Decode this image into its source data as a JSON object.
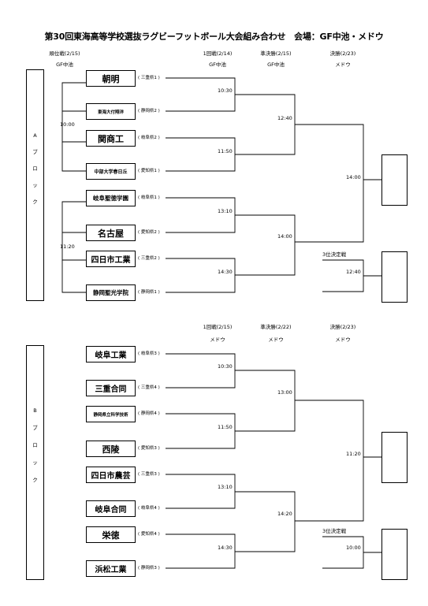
{
  "title": "第30回東海高等学校選抜ラグビーフットボール大会組み合わせ　会場：GF中池・メドウ",
  "blockA": {
    "label_chars": [
      "A",
      "ブ",
      "ロ",
      "ッ",
      "ク"
    ],
    "headers": {
      "ranking": "順位戦(2/15)",
      "ranking_venue": "GF中池",
      "round1": "1回戦(2/14)",
      "round1_venue": "GF中池",
      "semi": "準決勝(2/15)",
      "semi_venue": "GF中池",
      "final": "決勝(2/23)",
      "final_venue": "メドウ"
    },
    "teams": [
      {
        "name": "朝明",
        "pref": "( 三重県1 )"
      },
      {
        "name": "東海大付翔洋",
        "pref": "( 静岡県2 )"
      },
      {
        "name": "関商工",
        "pref": "( 岐阜県2 )"
      },
      {
        "name": "中部大学春日丘",
        "pref": "( 愛知県1 )"
      },
      {
        "name": "岐阜聖徳学園",
        "pref": "( 岐阜県1 )"
      },
      {
        "name": "名古屋",
        "pref": "( 愛知県2 )"
      },
      {
        "name": "四日市工業",
        "pref": "( 三重県2 )"
      },
      {
        "name": "静岡聖光学院",
        "pref": "( 静岡県1 )"
      }
    ],
    "times": {
      "rank1": "10:00",
      "rank2": "11:20",
      "r1a": "10:30",
      "r1b": "11:50",
      "r1c": "13:10",
      "r1d": "14:30",
      "semi1": "12:40",
      "semi2": "14:00",
      "final": "14:00",
      "third_label": "3位決定戦",
      "third": "12:40"
    }
  },
  "blockB": {
    "label_chars": [
      "B",
      "ブ",
      "ロ",
      "ッ",
      "ク"
    ],
    "headers": {
      "round1": "1回戦(2/15)",
      "round1_venue": "メドウ",
      "semi": "準決勝(2/22)",
      "semi_venue": "メドウ",
      "final": "決勝(2/23)",
      "final_venue": "メドウ"
    },
    "teams": [
      {
        "name": "岐阜工業",
        "pref": "( 岐阜県3 )"
      },
      {
        "name": "三重合同",
        "pref": "( 三重県4 )"
      },
      {
        "name": "静岡県立科学技術",
        "pref": "( 静岡県4 )"
      },
      {
        "name": "西陵",
        "pref": "( 愛知県3 )"
      },
      {
        "name": "四日市農芸",
        "pref": "( 三重県3 )"
      },
      {
        "name": "岐阜合同",
        "pref": "( 岐阜県4 )"
      },
      {
        "name": "栄徳",
        "pref": "( 愛知県4 )"
      },
      {
        "name": "浜松工業",
        "pref": "( 静岡県3 )"
      }
    ],
    "times": {
      "r1a": "10:30",
      "r1b": "11:50",
      "r1c": "13:10",
      "r1d": "14:30",
      "semi1": "13:00",
      "semi2": "14:20",
      "final": "11:20",
      "third_label": "3位決定戦",
      "third": "10:00"
    }
  }
}
